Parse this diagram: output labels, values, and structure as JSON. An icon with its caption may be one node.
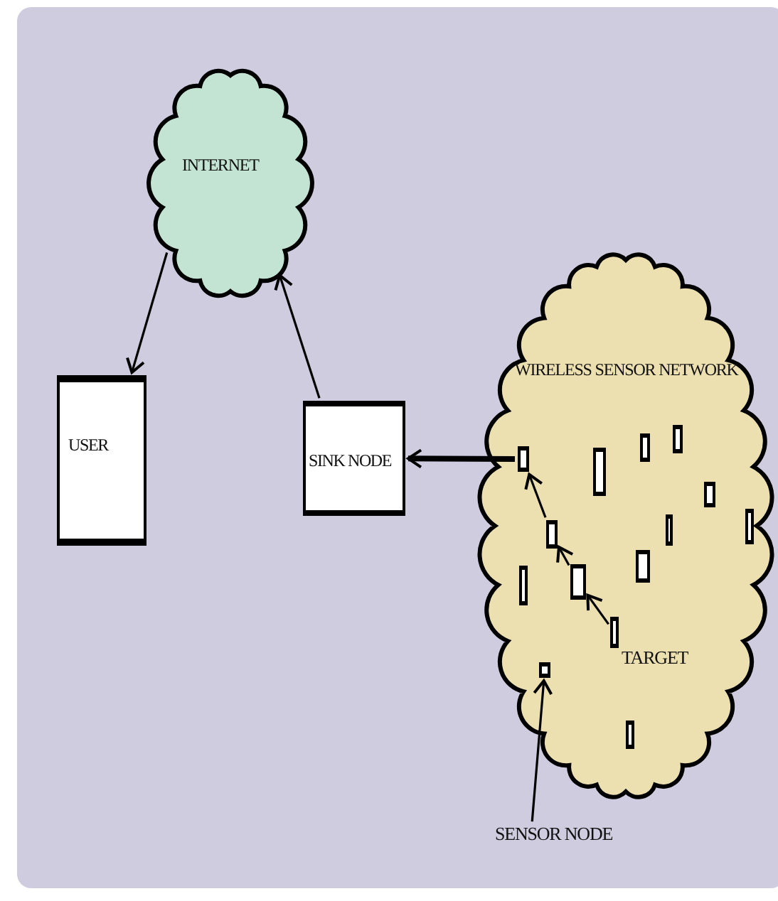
{
  "diagram": {
    "nodes": [
      {
        "text": [
          "INTERNET"
        ]
      },
      {
        "text": [
          "USER"
        ]
      },
      {
        "text": [
          "SINK NODE"
        ]
      },
      {
        "text": [
          "WIRELESS SENSOR NETWORK"
        ]
      },
      {
        "text": [],
        "shape": "box",
        "in": 3
      },
      {
        "text": [],
        "shape": "box",
        "in": 3
      },
      {
        "text": [],
        "shape": "box",
        "in": 3
      },
      {
        "text": [],
        "shape": "box",
        "in": 3
      },
      {
        "text": [],
        "shape": "box",
        "in": 3
      },
      {
        "text": [],
        "shape": "box",
        "in": 3
      },
      {
        "text": [],
        "shape": "box",
        "in": 3
      },
      {
        "text": [],
        "shape": "box",
        "in": 3
      },
      {
        "text": [],
        "shape": "box",
        "in": 3
      },
      {
        "text": [],
        "shape": "box",
        "in": 3
      },
      {
        "text": [],
        "shape": "box",
        "in": 3
      },
      {
        "text": [],
        "shape": "box",
        "in": 3,
        "beside": [
          "TARGET"
        ]
      },
      {
        "text": [],
        "shape": "box",
        "in": 3
      },
      {
        "text": [],
        "shape": "box",
        "in": 3
      },
      {
        "text": [
          "SENSOR NODE"
        ]
      }
    ],
    "edges": [
      {
        "from": 0,
        "to": 1,
        "arrow": "to"
      },
      {
        "from": 2,
        "to": 0,
        "arrow": "to"
      },
      {
        "from": 6,
        "to": 2,
        "arrow": "to",
        "style": "thick"
      },
      {
        "from": 15,
        "to": 13,
        "arrow": "to"
      },
      {
        "from": 13,
        "to": 11,
        "arrow": "to"
      },
      {
        "from": 11,
        "to": 6,
        "arrow": "to"
      },
      {
        "from": 18,
        "to": 16,
        "arrow": "to"
      }
    ]
  }
}
